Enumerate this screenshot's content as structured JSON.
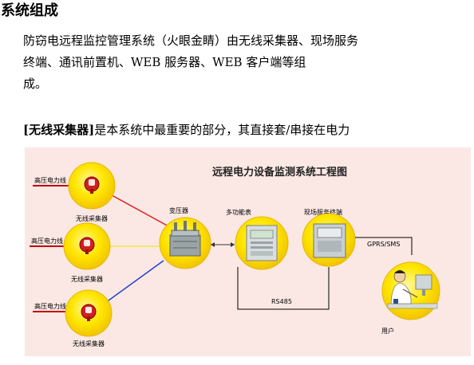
{
  "heading": "系统组成",
  "intro_paragraph": {
    "lines": [
      "防窃电远程监控管理系统（火眼金睛）由无线采集器、现场服务",
      "终端、通讯前置机、WEB 服务器、WEB 客户端等组",
      "成。"
    ]
  },
  "second_paragraph": {
    "bold": "[无线采集器]",
    "rest": "是本系统中最重要的部分，其直接套/串接在电力"
  },
  "diagram": {
    "title": "远程电力设备监测系统工程图",
    "line_labels": [
      "高压电力线",
      "高压电力线",
      "高压电力线"
    ],
    "collector_labels": [
      "无线采集器",
      "无线采集器",
      "无线采集器"
    ],
    "transformer_label": "变压器",
    "meter_label": "多功能表",
    "terminal_label": "现场服务终端",
    "link_label": "GPRS/SMS",
    "bus_label": "RS485",
    "user_label": "用户",
    "colors": {
      "background": "#fbe8e4",
      "circle_fill": "#ffe600",
      "circle_edge": "#e6b800",
      "link_red": "#e02020",
      "link_yellow": "#f4e64a",
      "link_blue": "#2040d0",
      "power_line": "#c00000"
    }
  }
}
